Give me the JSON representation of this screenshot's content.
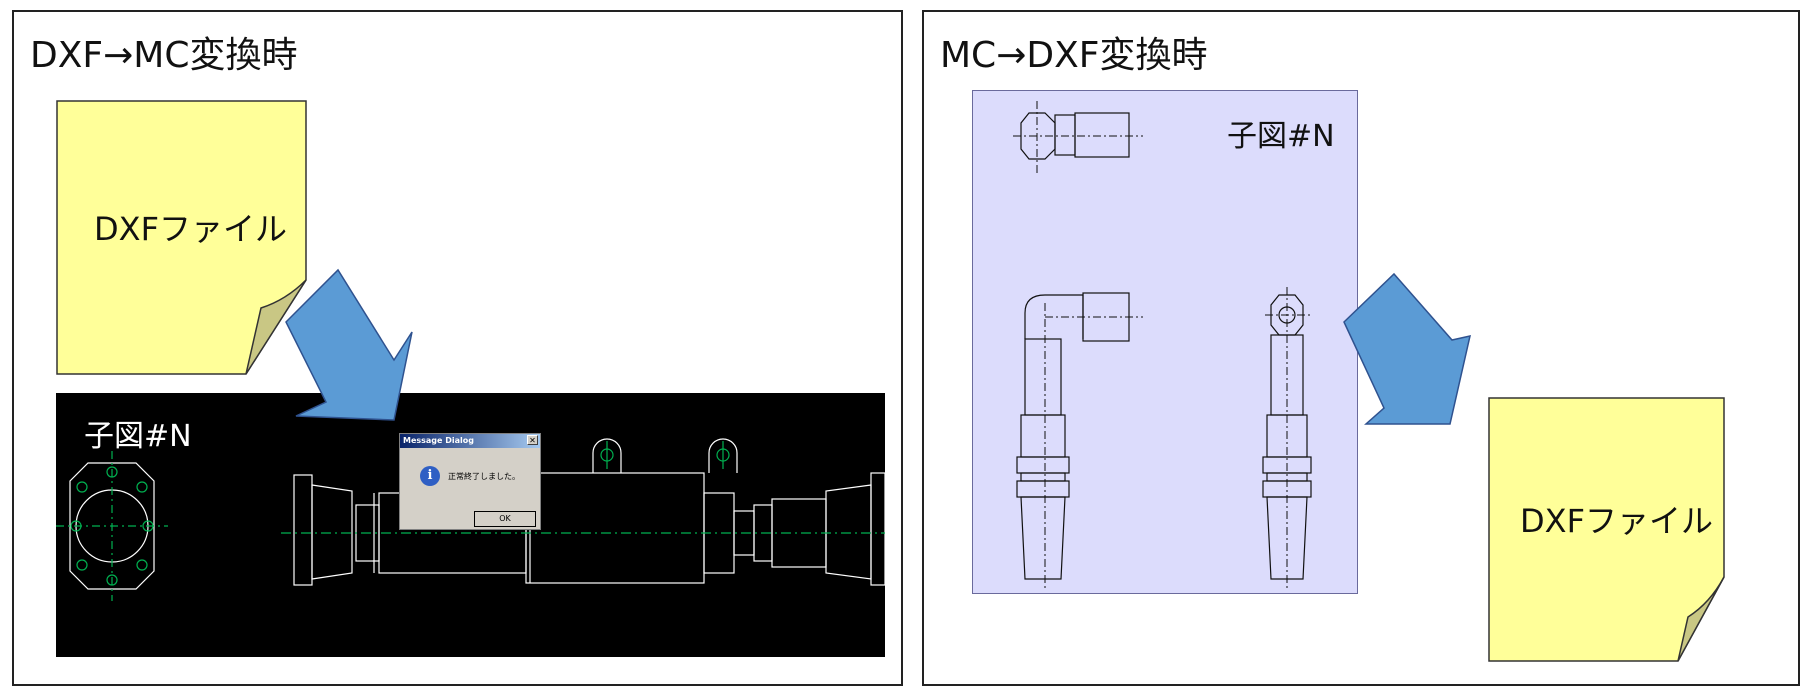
{
  "left_panel": {
    "title": "DXF→MC変換時",
    "document_label": "DXFファイル",
    "canvas_label": "子図#N",
    "dialog": {
      "title": "Message Dialog",
      "message": "正常終了しました。",
      "ok_label": "OK",
      "close_glyph": "✕",
      "icon_glyph": "i"
    }
  },
  "right_panel": {
    "title": "MC→DXF変換時",
    "canvas_label": "子図#N",
    "document_label": "DXFファイル"
  },
  "colors": {
    "note_fill": "#ffff99",
    "note_fold": "#c9c784",
    "arrow_fill": "#5b9bd5",
    "cad_background": "#000000",
    "cad_lines": "#ffffff",
    "cad_centerline": "#00b050",
    "sheet_fill": "#dcdcfc"
  }
}
